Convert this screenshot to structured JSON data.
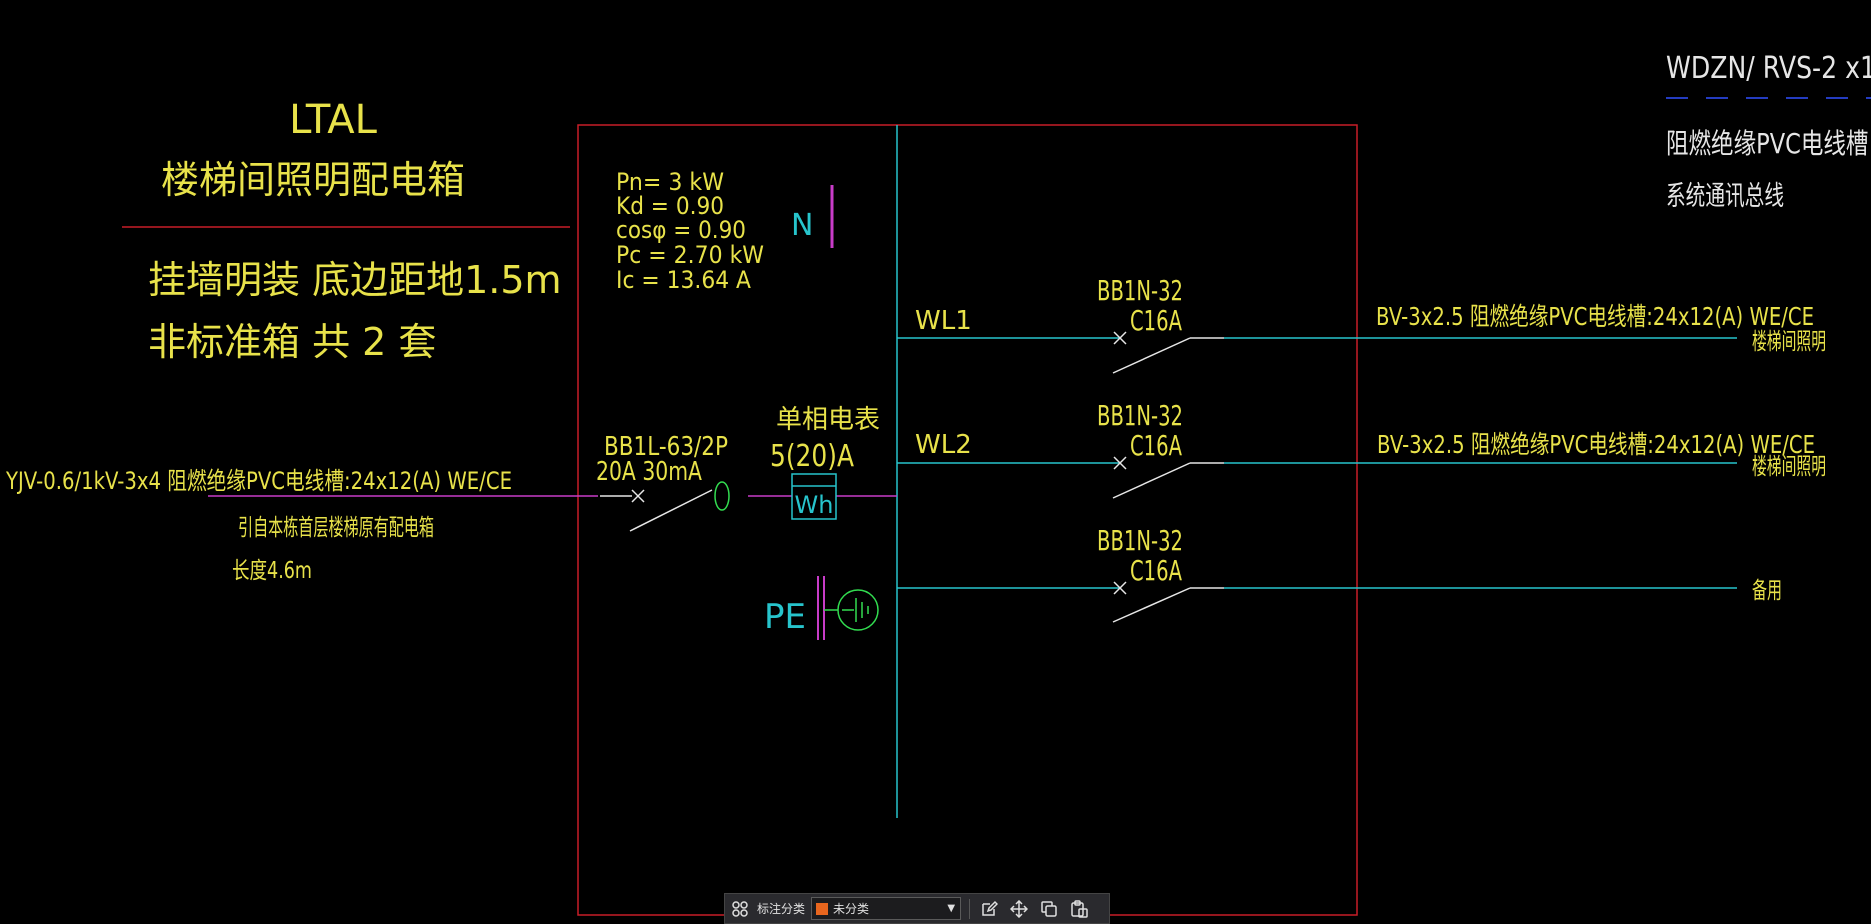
{
  "box": {
    "code": "LTAL",
    "name": "楼梯间照明配电箱",
    "install": "挂墙明装 底边距地1.5m",
    "quantity": "非标准箱 共 2 套"
  },
  "load_calc": {
    "pn": "Pn= 3 kW",
    "kd": "Kd = 0.90",
    "cos": "cosφ = 0.90",
    "pc": "Pc = 2.70 kW",
    "ic": "Ic = 13.64 A"
  },
  "labels": {
    "neutral": "N",
    "earth": "PE",
    "meter_symbol": "Wh"
  },
  "incoming": {
    "cable": "YJV-0.6/1kV-3x4 阻燃绝缘PVC电线槽:24x12(A) WE/CE",
    "source": "引自本栋首层楼梯原有配电箱",
    "length": "长度4.6m",
    "breaker_model": "BB1L-63/2P",
    "breaker_rating": "20A 30mA"
  },
  "meter": {
    "name": "单相电表",
    "rating": "5(20)A"
  },
  "circuits": [
    {
      "id": "WL1",
      "breaker_model": "BB1N-32",
      "breaker_rating": "C16A",
      "cable": "BV-3x2.5 阻燃绝缘PVC电线槽:24x12(A) WE/CE",
      "load": "楼梯间照明"
    },
    {
      "id": "WL2",
      "breaker_model": "BB1N-32",
      "breaker_rating": "C16A",
      "cable": "BV-3x2.5 阻燃绝缘PVC电线槽:24x12(A) WE/CE",
      "load": "楼梯间照明"
    },
    {
      "id": "",
      "breaker_model": "BB1N-32",
      "breaker_rating": "C16A",
      "cable": "",
      "load": "备用"
    }
  ],
  "legend": {
    "comm_cable": "WDZN/ RVS-2 x1",
    "tray": "阻燃绝缘PVC电线槽:",
    "bus": "系统通讯总线"
  },
  "toolbar": {
    "category_label": "标注分类",
    "category_value": "未分类",
    "swatch_color": "#e8661e",
    "icons": [
      "grid-icon",
      "edit-icon",
      "move-icon",
      "copy-icon",
      "paste-icon"
    ]
  },
  "colors": {
    "background": "#000000",
    "text": "#e8e24a",
    "cyan": "#27c4cc",
    "red": "#c81e28",
    "magenta": "#c83cc8",
    "green": "#32dc50",
    "legend_dash": "#3050ff"
  }
}
